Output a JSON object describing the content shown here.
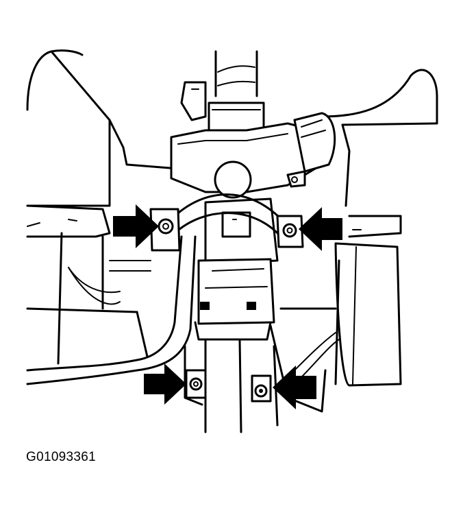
{
  "figure": {
    "code": "G01093361",
    "arrows": [
      {
        "name": "arrow-upper-left",
        "points_to": "upper-left-bolt"
      },
      {
        "name": "arrow-upper-right",
        "points_to": "upper-right-bolt"
      },
      {
        "name": "arrow-lower-left",
        "points_to": "lower-left-bolt"
      },
      {
        "name": "arrow-lower-right",
        "points_to": "lower-right-bolt"
      }
    ],
    "colors": {
      "line": "#000000",
      "background": "#ffffff"
    }
  }
}
